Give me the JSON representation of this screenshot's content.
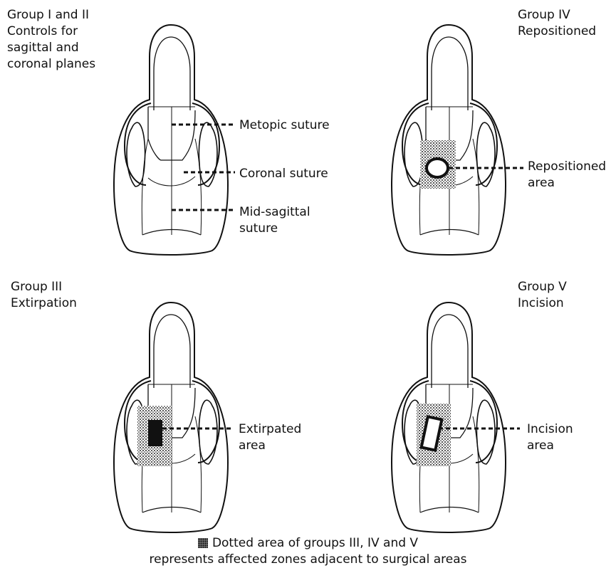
{
  "panels": [
    {
      "id": "group-1-2",
      "title_lines": [
        "Group I and II",
        "Controls for",
        "sagittal and",
        "coronal planes"
      ]
    },
    {
      "id": "group-4",
      "title_lines": [
        "Group IV",
        "Repositioned"
      ]
    },
    {
      "id": "group-3",
      "title_lines": [
        "Group III",
        "Extirpation"
      ]
    },
    {
      "id": "group-5",
      "title_lines": [
        "Group V",
        "Incision"
      ]
    }
  ],
  "callouts": {
    "metopic": "Metopic suture",
    "coronal": "Coronal suture",
    "midsagittal": [
      "Mid-sagittal",
      "suture"
    ],
    "repositioned": [
      "Repositioned",
      "area"
    ],
    "extirpated": [
      "Extirpated",
      "area"
    ],
    "incision": [
      "Incision",
      "area"
    ]
  },
  "legend": {
    "line1": "Dotted area of groups III, IV and V",
    "line2": "represents affected zones adjacent to surgical areas"
  }
}
